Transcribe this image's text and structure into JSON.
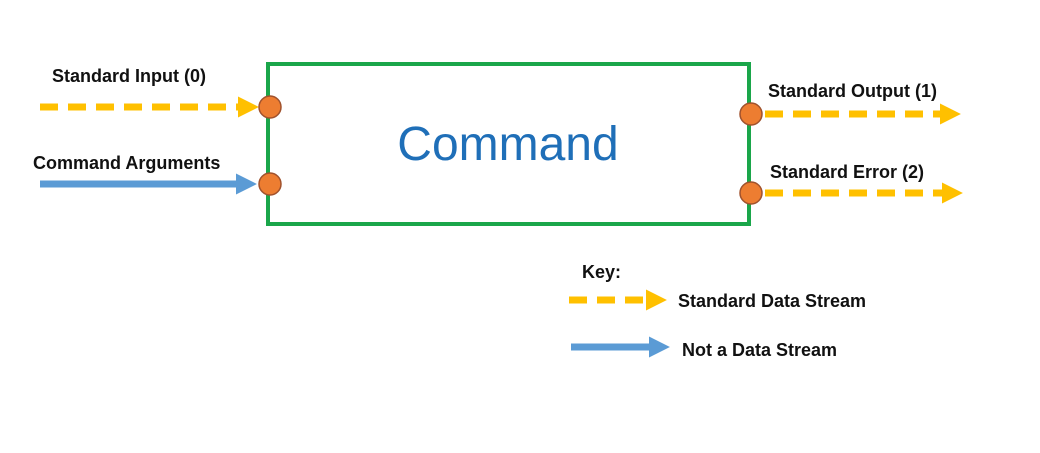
{
  "command_box": {
    "label": "Command",
    "border_color": "#1aa64a",
    "label_color": "#1f6fb8"
  },
  "inputs": {
    "stdin_label": "Standard Input (0)",
    "args_label": "Command Arguments"
  },
  "outputs": {
    "stdout_label": "Standard Output (1)",
    "stderr_label": "Standard Error (2)"
  },
  "key": {
    "title": "Key:",
    "data_stream_label": "Standard Data Stream",
    "not_data_stream_label": "Not a Data Stream"
  },
  "colors": {
    "data_stream": "#ffc000",
    "not_data_stream": "#5b9bd5",
    "port": "#ed7d31",
    "port_outline": "#a0522d"
  }
}
